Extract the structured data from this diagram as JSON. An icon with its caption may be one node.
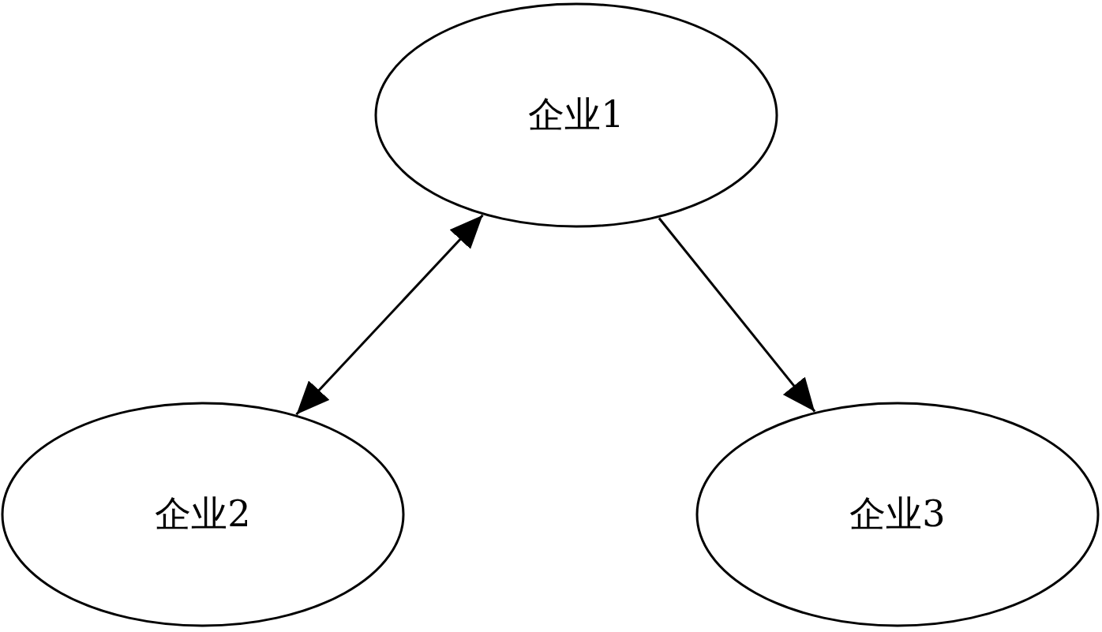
{
  "diagram": {
    "nodes": [
      {
        "text": [
          "企业1"
        ]
      },
      {
        "text": [
          "企业2"
        ]
      },
      {
        "text": [
          "企业3"
        ]
      }
    ],
    "edges": [
      {
        "from": 0,
        "to": 1,
        "arrow": "both"
      },
      {
        "from": 0,
        "to": 2,
        "arrow": "to"
      }
    ]
  }
}
